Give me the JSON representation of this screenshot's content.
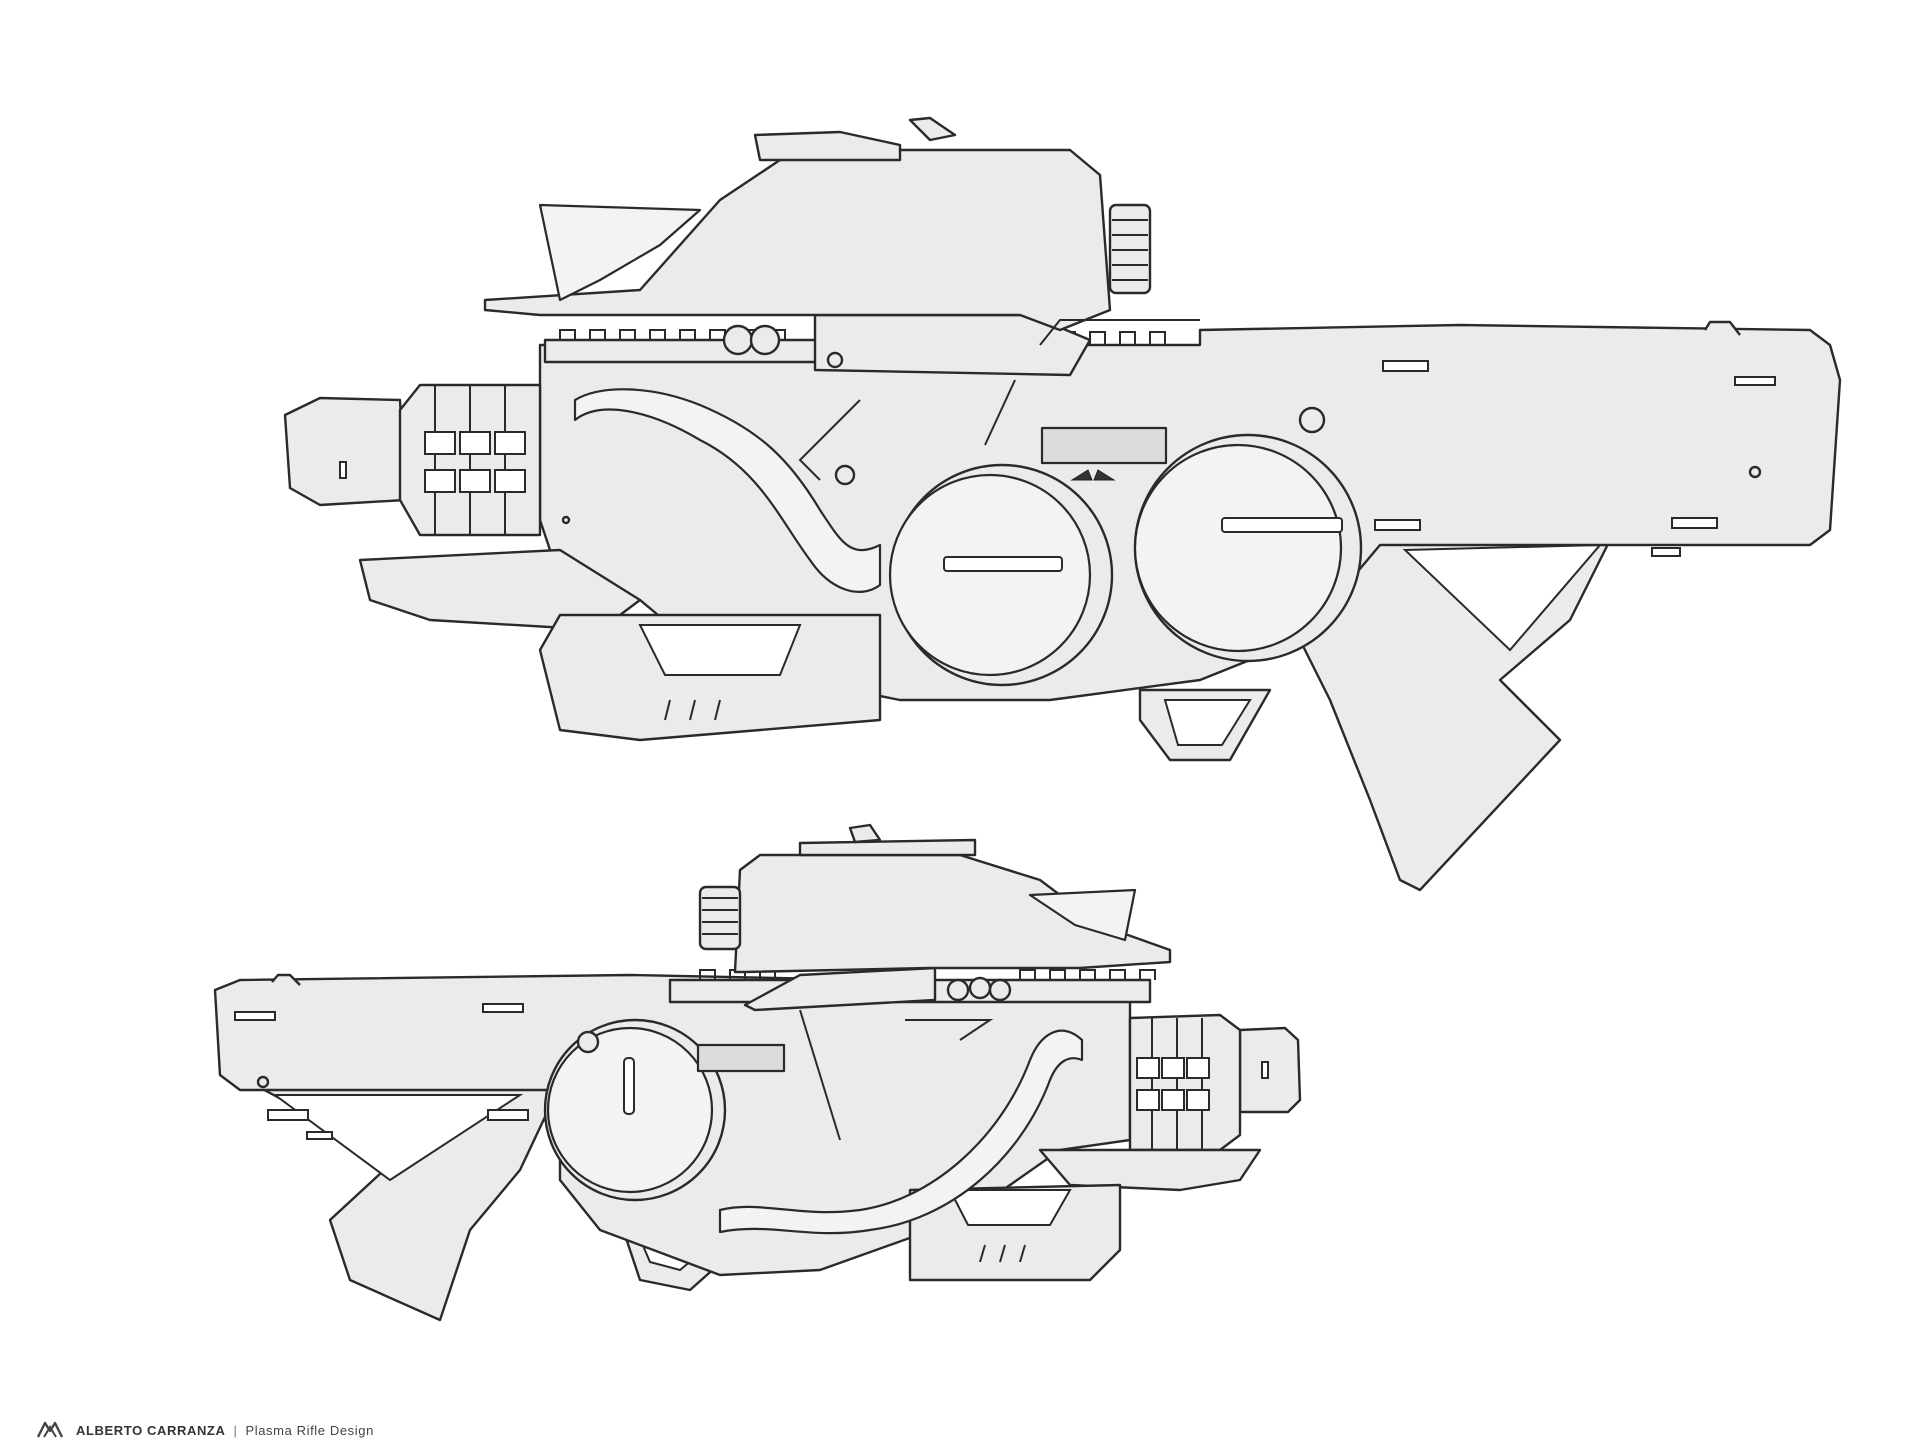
{
  "credit": {
    "author": "ALBERTO CARRANZA",
    "separator": "|",
    "title": "Plasma Rifle Design"
  },
  "artwork": {
    "style": "grayscale 3D model render with outline",
    "views": [
      "rifle-left-side-view",
      "rifle-right-side-view"
    ],
    "colors": {
      "background": "#ffffff",
      "body": "#ebebeb",
      "outline": "#2a2a2a"
    }
  }
}
